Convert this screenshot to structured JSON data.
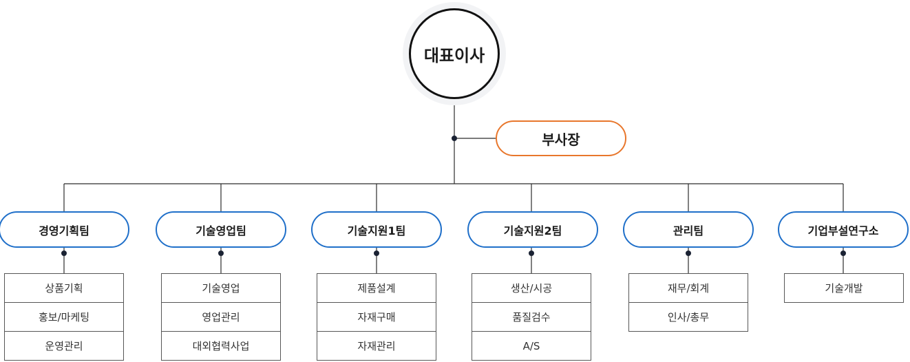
{
  "ceo": {
    "label": "대표이사"
  },
  "vice_president": {
    "label": "부사장"
  },
  "colors": {
    "ceo_border": "#111111",
    "vp_border": "#e8762b",
    "team_border": "#1f6fc9",
    "line": "#2a2a2a"
  },
  "teams": [
    {
      "label": "경영기획팀",
      "items": [
        "상품기획",
        "홍보/마케팅",
        "운영관리"
      ]
    },
    {
      "label": "기술영업팀",
      "items": [
        "기술영업",
        "영업관리",
        "대외협력사업"
      ]
    },
    {
      "label": "기술지원1팀",
      "items": [
        "제품설계",
        "자재구매",
        "자재관리"
      ]
    },
    {
      "label": "기술지원2팀",
      "items": [
        "생산/시공",
        "품질검수",
        "A/S"
      ]
    },
    {
      "label": "관리팀",
      "items": [
        "재무/회계",
        "인사/총무"
      ]
    },
    {
      "label": "기업부설연구소",
      "items": [
        "기술개발"
      ]
    }
  ]
}
